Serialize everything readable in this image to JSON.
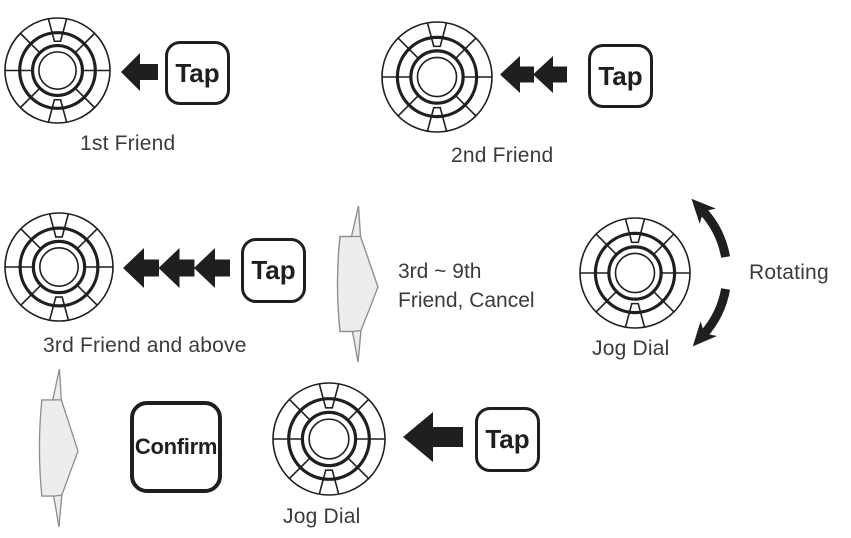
{
  "colors": {
    "background": "#ffffff",
    "ink": "#1f1f1f",
    "label_text": "#3b3b3b",
    "flow_arrow_fill": "#ededed",
    "flow_arrow_stroke": "#8f8f8f"
  },
  "icons": {
    "jog_dial": "jog-dial-icon",
    "tap_arrow": "tap-arrow-icon",
    "flow_arrow": "flow-arrow-icon",
    "rotate_arrows": "rotate-arrows-icon"
  },
  "groups": {
    "first_friend": {
      "caption": "1st Friend",
      "button_label": "Tap",
      "tap_count": 1
    },
    "second_friend": {
      "caption": "2nd Friend",
      "button_label": "Tap",
      "tap_count": 2
    },
    "third_friend": {
      "caption": "3rd Friend and above",
      "button_label": "Tap",
      "tap_count": 3
    },
    "select_callout": {
      "line1": "3rd ~ 9th",
      "line2": "Friend, Cancel"
    },
    "rotating": {
      "caption": "Jog Dial",
      "action_label": "Rotating"
    },
    "confirm": {
      "button_label": "Confirm"
    },
    "tap_jog_dial": {
      "caption": "Jog Dial",
      "button_label": "Tap",
      "tap_count": 1
    }
  }
}
